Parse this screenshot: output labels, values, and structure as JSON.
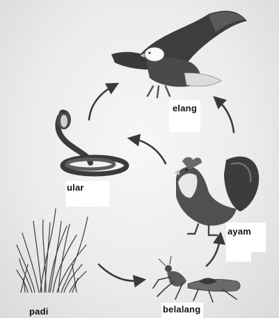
{
  "food_chain": {
    "organisms": {
      "eagle": {
        "label": "elang",
        "icon": "eagle-icon"
      },
      "snake": {
        "label": "ular",
        "icon": "cobra-icon"
      },
      "rooster": {
        "label": "ayam",
        "icon": "rooster-icon"
      },
      "rice": {
        "label": "padi",
        "icon": "rice-plant-icon"
      },
      "mantis": {
        "label": "belalang",
        "icon": "mantis-icon"
      }
    },
    "arrows": [
      {
        "from": "padi",
        "to": "belalang"
      },
      {
        "from": "belalang",
        "to": "ayam"
      },
      {
        "from": "ayam",
        "to": "ular"
      },
      {
        "from": "ular",
        "to": "elang"
      },
      {
        "from": "ayam",
        "to": "elang"
      }
    ],
    "colors": {
      "arrow": "#3a3a3a",
      "label_box": "#ffffff",
      "background": "#ececec"
    }
  }
}
